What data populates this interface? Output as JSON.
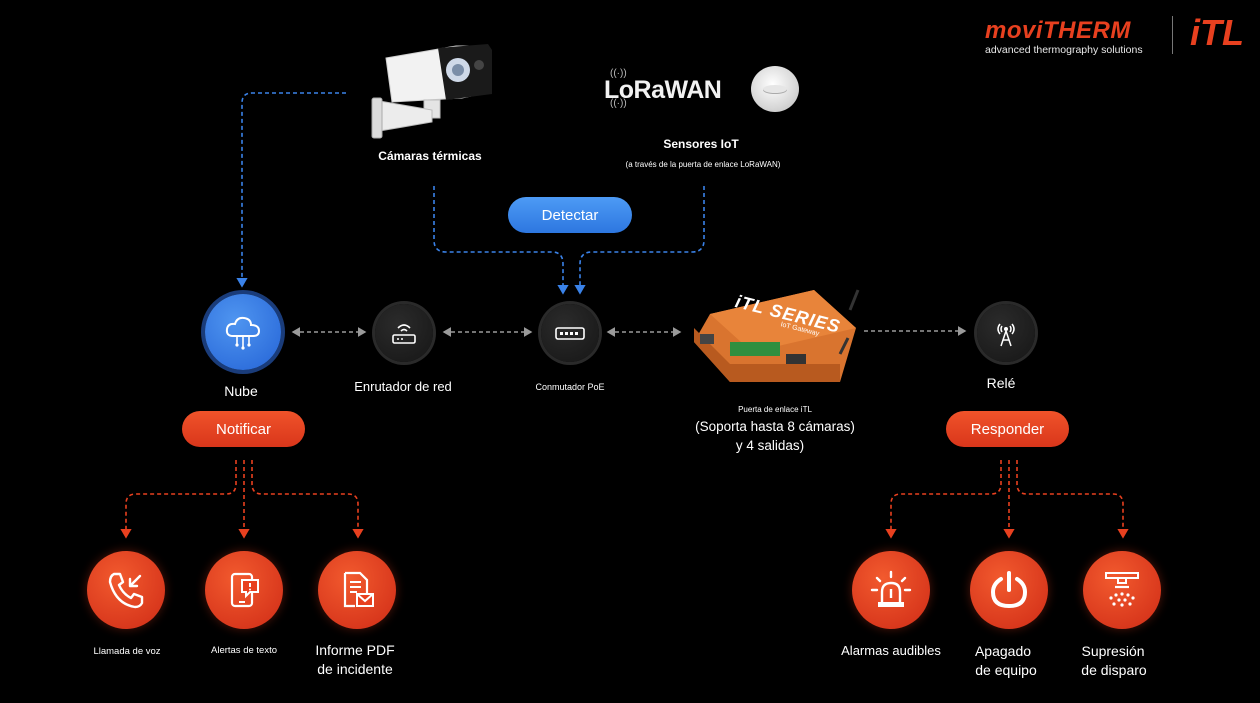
{
  "brand": {
    "name": "moviTHERM",
    "tagline": "advanced thermography solutions",
    "partner": "iTL"
  },
  "inputs": {
    "thermal_cameras": "Cámaras térmicas",
    "lorawan_logo": "LoRaWAN",
    "iot_sensors": "Sensores IoT",
    "iot_sensors_note": "(a través de la puerta de enlace LoRaWAN)",
    "detect": "Detectar"
  },
  "network": {
    "cloud": "Nube",
    "router": "Enrutador de red",
    "switch": "Conmutador PoE",
    "gateway": "Puerta de enlace iTL",
    "gateway_desc_1": "(Soporta hasta 8 cámaras)",
    "gateway_desc_2": "y 4 salidas)",
    "gateway_device_text": "iTL SERIES",
    "gateway_device_sub": "IoT Gateway",
    "relay": "Relé"
  },
  "actions": {
    "notify": "Notificar",
    "respond": "Responder"
  },
  "notify_outputs": [
    {
      "label": "Llamada de voz",
      "icon": "phone-icon"
    },
    {
      "label": "Alertas de texto",
      "icon": "mobile-alert-icon"
    },
    {
      "label_1": "Informe PDF",
      "label_2": "de incidente",
      "icon": "pdf-report-icon"
    }
  ],
  "respond_outputs": [
    {
      "label": "Alarmas audibles",
      "icon": "siren-icon"
    },
    {
      "label_1": "Apagado",
      "label_2": "de equipo",
      "icon": "power-icon"
    },
    {
      "label_1": "Supresión",
      "label_2": "de disparo",
      "icon": "sprinkler-icon"
    }
  ],
  "colors": {
    "background": "#000000",
    "blue_accent": "#3a82e8",
    "red_accent": "#e8401f",
    "connector_gray": "#9a9a9a",
    "gateway_orange": "#d9742f"
  }
}
